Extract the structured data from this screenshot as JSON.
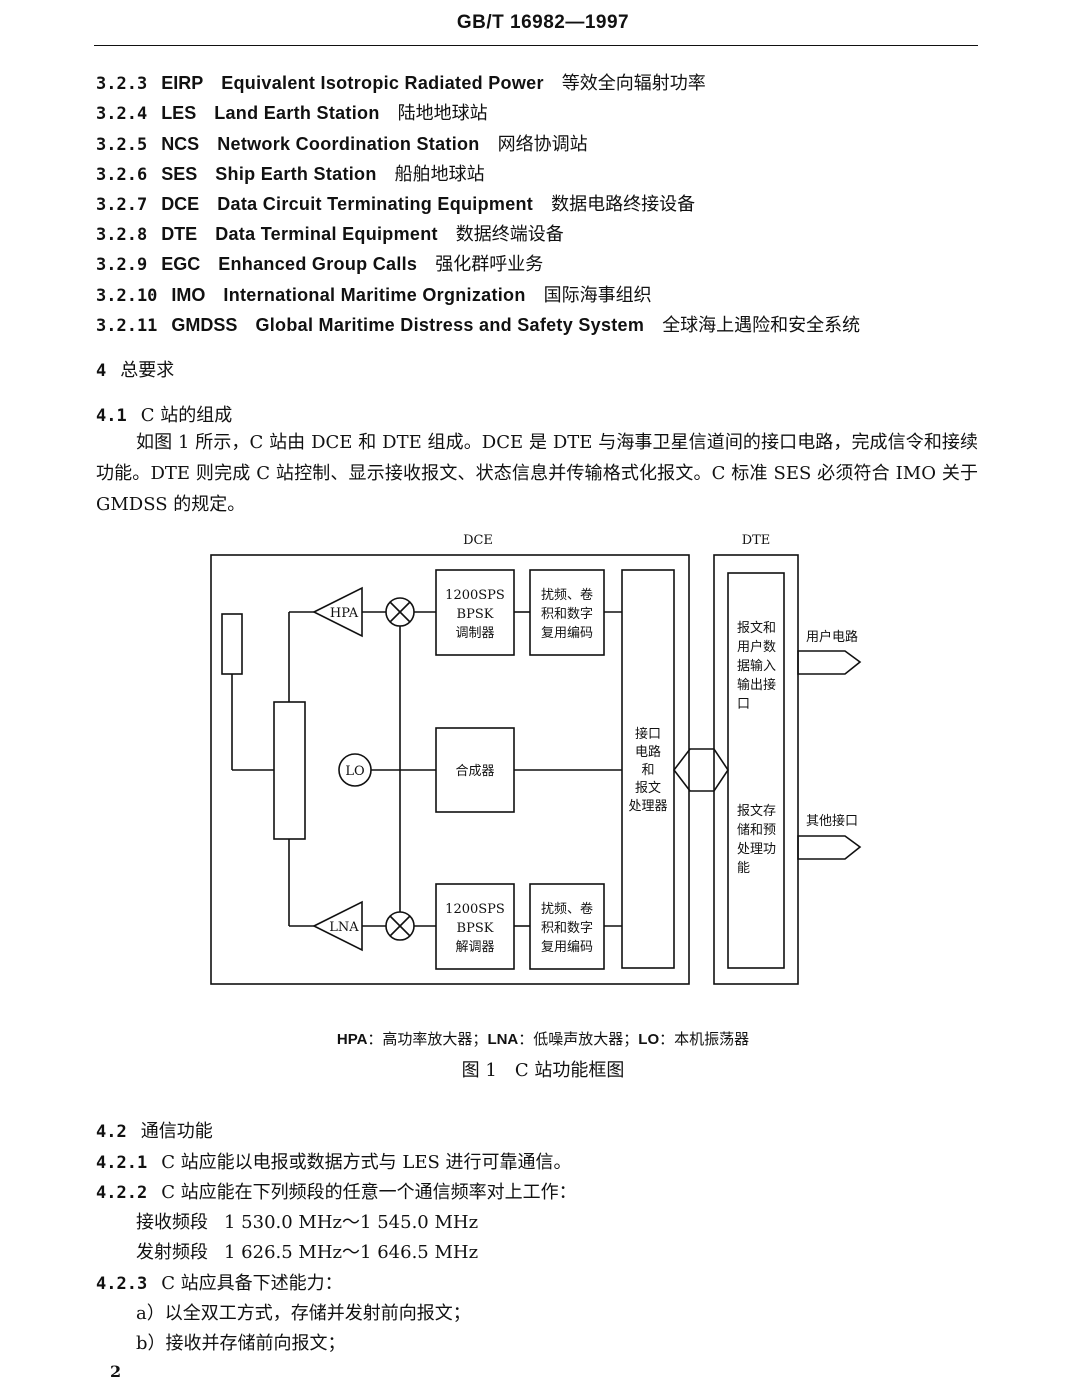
{
  "header": {
    "title": "GB/T 16982—1997"
  },
  "definitions": [
    {
      "num": "3.2.3",
      "abbr": "EIRP",
      "full": "Equivalent Isotropic Radiated Power",
      "zh": "等效全向辐射功率"
    },
    {
      "num": "3.2.4",
      "abbr": "LES",
      "full": "Land Earth Station",
      "zh": "陆地地球站"
    },
    {
      "num": "3.2.5",
      "abbr": "NCS",
      "full": "Network Coordination Station",
      "zh": "网络协调站"
    },
    {
      "num": "3.2.6",
      "abbr": "SES",
      "full": "Ship Earth Station",
      "zh": "船舶地球站"
    },
    {
      "num": "3.2.7",
      "abbr": "DCE",
      "full": "Data Circuit Terminating Equipment",
      "zh": "数据电路终接设备"
    },
    {
      "num": "3.2.8",
      "abbr": "DTE",
      "full": "Data Terminal Equipment",
      "zh": "数据终端设备"
    },
    {
      "num": "3.2.9",
      "abbr": "EGC",
      "full": "Enhanced Group Calls",
      "zh": "强化群呼业务"
    },
    {
      "num": "3.2.10",
      "abbr": "IMO",
      "full": "International Maritime Orgnization",
      "zh": "国际海事组织"
    },
    {
      "num": "3.2.11",
      "abbr": "GMDSS",
      "full": "Global Maritime Distress and Safety System",
      "zh": "全球海上遇险和安全系统"
    }
  ],
  "section4": {
    "num": "4",
    "title": "总要求"
  },
  "section41": {
    "num": "4.1",
    "title": "C 站的组成",
    "paragraph": "如图 1 所示，C 站由 DCE 和 DTE 组成。DCE 是 DTE 与海事卫星信道间的接口电路，完成信令和接续功能。DTE 则完成 C 站控制、显示接收报文、状态信息并传输格式化报文。C 标准 SES 必须符合 IMO 关于 GMDSS 的规定。"
  },
  "diagram": {
    "dce_label": "DCE",
    "dte_label": "DTE",
    "hpa": "HPA",
    "lna": "LNA",
    "lo": "LO",
    "modulator": [
      "1200SPS",
      "BPSK",
      "调制器"
    ],
    "demodulator": [
      "1200SPS",
      "BPSK",
      "解调器"
    ],
    "scrambler_tx": [
      "扰频、卷",
      "积和数字",
      "复用编码"
    ],
    "scrambler_rx": [
      "扰频、卷",
      "积和数字",
      "复用编码"
    ],
    "synthesizer": "合成器",
    "interface": [
      "接口",
      "电路",
      "和",
      "报文",
      "处理器"
    ],
    "dte_top": [
      "报文和",
      "用户数",
      "据输入",
      "输出接",
      "口"
    ],
    "dte_bottom": [
      "报文存",
      "储和预",
      "处理功",
      "能"
    ],
    "user_circuit": "用户电路",
    "other_interface": "其他接口"
  },
  "figure": {
    "legend": [
      {
        "abbr": "HPA",
        "text": "：高功率放大器；"
      },
      {
        "abbr": "LNA",
        "text": "：低噪声放大器；"
      },
      {
        "abbr": "LO",
        "text": "：本机振荡器"
      }
    ],
    "caption": "图 1　C 站功能框图"
  },
  "section42": {
    "num": "4.2",
    "title": "通信功能"
  },
  "section421": {
    "num": "4.2.1",
    "text": "C 站应能以电报或数据方式与 LES 进行可靠通信。"
  },
  "section422": {
    "num": "4.2.2",
    "text": "C 站应能在下列频段的任意一个通信频率对上工作："
  },
  "bands": [
    {
      "label": "接收频段",
      "value": "1 530.0 MHz～1 545.0 MHz"
    },
    {
      "label": "发射频段",
      "value": "1 626.5 MHz～1 646.5 MHz"
    }
  ],
  "section423": {
    "num": "4.2.3",
    "text": "C 站应具备下述能力："
  },
  "items": [
    "a）以全双工方式，存储并发射前向报文；",
    "b）接收并存储前向报文；"
  ],
  "page_number": "2"
}
